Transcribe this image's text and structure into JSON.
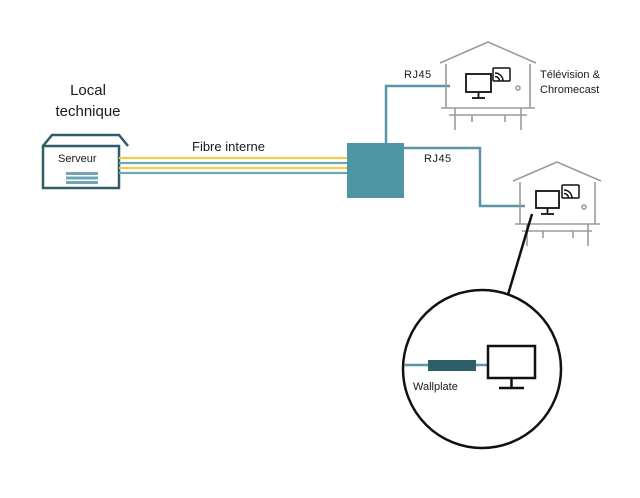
{
  "labels": {
    "local_line1": "Local",
    "local_line2": "technique",
    "server": "Serveur",
    "fibre": "Fibre interne",
    "rj45_top": "RJ45",
    "rj45_mid": "RJ45",
    "tv_line1": "Télévision &",
    "tv_line2": "Chromecast",
    "wallplate": "Wallplate"
  },
  "colors": {
    "server_building": "#2f5e6b",
    "fibre_yellow": "#f2cb4c",
    "fibre_blue": "#6fa5b4",
    "switch": "#4f96a4",
    "rj45_cable": "#5a95a8",
    "house_outline": "#9b9b96",
    "wallplate_device": "#2f5e6b",
    "ink": "#111111"
  },
  "icons": [
    "server-building-icon",
    "switch-icon",
    "house-icon",
    "monitor-icon",
    "cast-icon",
    "wallplate-icon"
  ]
}
